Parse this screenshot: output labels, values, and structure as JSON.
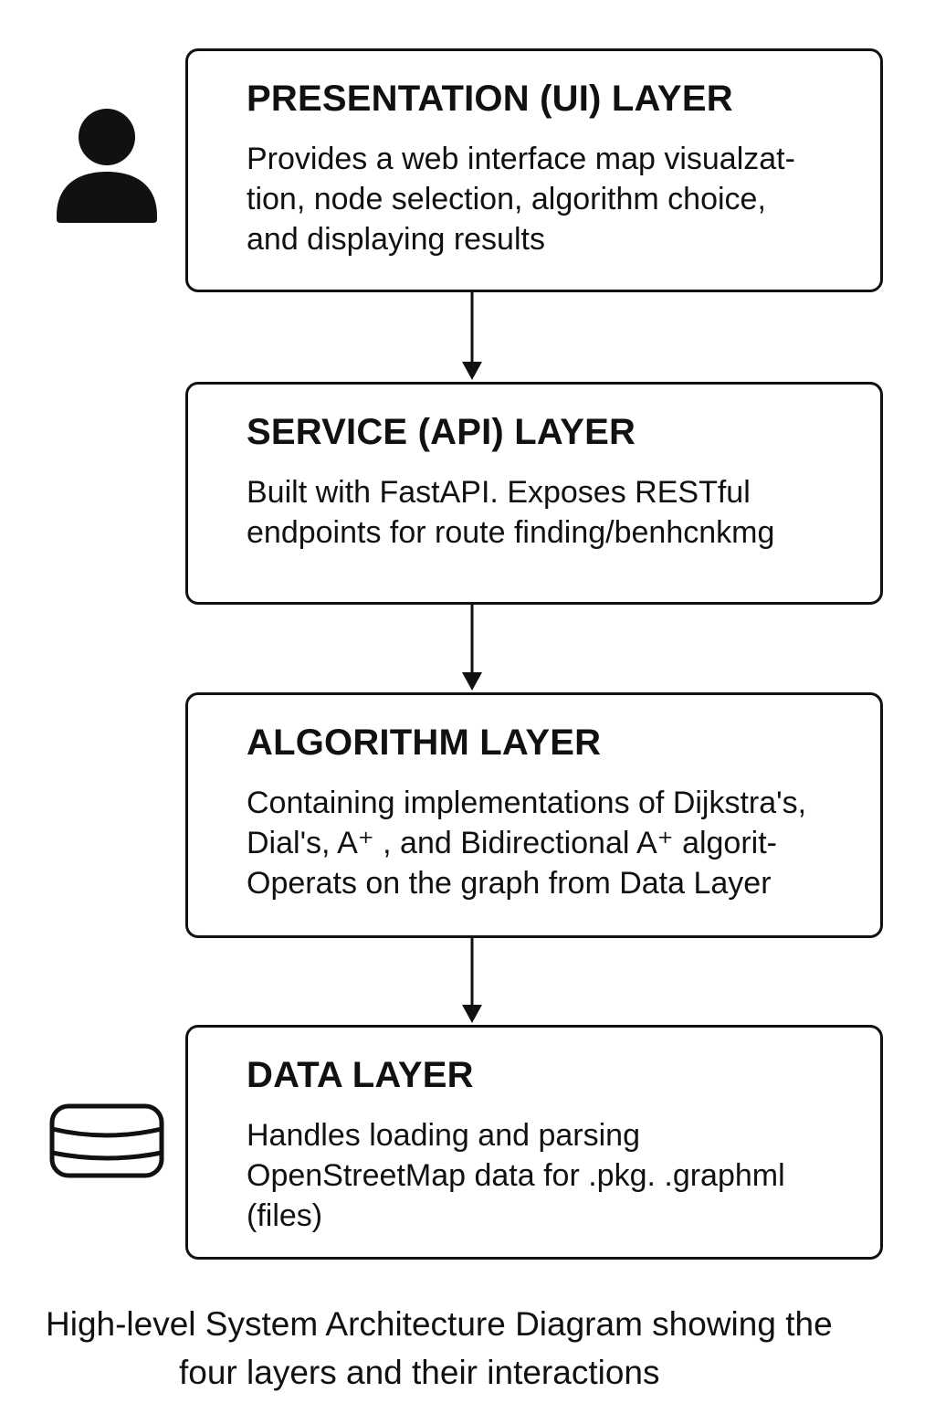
{
  "layers": [
    {
      "title": "PRESENTATION (UI) LAYER",
      "description_lines": [
        "Provides a web interface map visualzat-",
        "tion, node selection, algorithm choice,",
        "and displaying results"
      ]
    },
    {
      "title": "SERVICE (API) LAYER",
      "description_lines": [
        "Built with FastAPI. Exposes RESTful",
        "endpoints for route finding/benhcnkmg"
      ]
    },
    {
      "title": "ALGORITHM LAYER",
      "description_lines": [
        "Containing implementations of Dijkstra's,",
        "Dial's, A⁺ , and Bidirectional A⁺ algorit-",
        "Operats on the graph from Data Layer"
      ]
    },
    {
      "title": "DATA LAYER",
      "description_lines": [
        "Handles loading and parsing",
        "OpenStreetMap data for .pkg. .graphml",
        "(files)"
      ]
    }
  ],
  "icons": {
    "user": "user-icon",
    "database": "database-icon"
  },
  "caption": {
    "line1": "High-level System Architecture Diagram showing the",
    "line2": "four layers and their interactions"
  },
  "colors": {
    "stroke": "#111111",
    "background": "#ffffff"
  }
}
